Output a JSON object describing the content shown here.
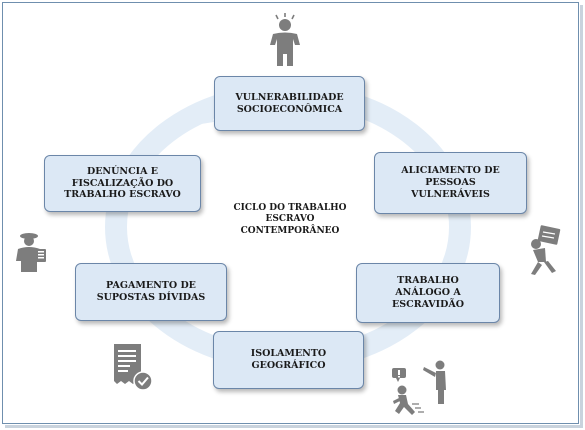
{
  "center": {
    "label": "CICLO DO TRABALHO\nESCRAVO\nCONTEMPORÂNEO"
  },
  "stages": [
    {
      "label": "VULNERABILIDADE\nSOCIOECONÔMICA"
    },
    {
      "label": "ALICIAMENTO DE\nPESSOAS\nVULNERÁVEIS"
    },
    {
      "label": "TRABALHO\nANÁLOGO A\nESCRAVIDÃO"
    },
    {
      "label": "ISOLAMENTO\nGEOGRÁFICO"
    },
    {
      "label": "PAGAMENTO DE\nSUPOSTAS DÍVIDAS"
    },
    {
      "label": "DENÚNCIA E\nFISCALIZAÇÃO DO\nTRABALHO ESCRAVO"
    }
  ],
  "icons": [
    "worried-person-icon",
    "person-carrying-box-icon",
    "person-running-from-gunman-icon",
    "debt-invoice-icon",
    "inspector-with-clipboard-icon"
  ],
  "colors": {
    "box_fill": "#dce8f5",
    "box_border": "#6b86a8",
    "cycle_arrow": "#e3edf7",
    "icon_gray": "#7d7d7d"
  }
}
